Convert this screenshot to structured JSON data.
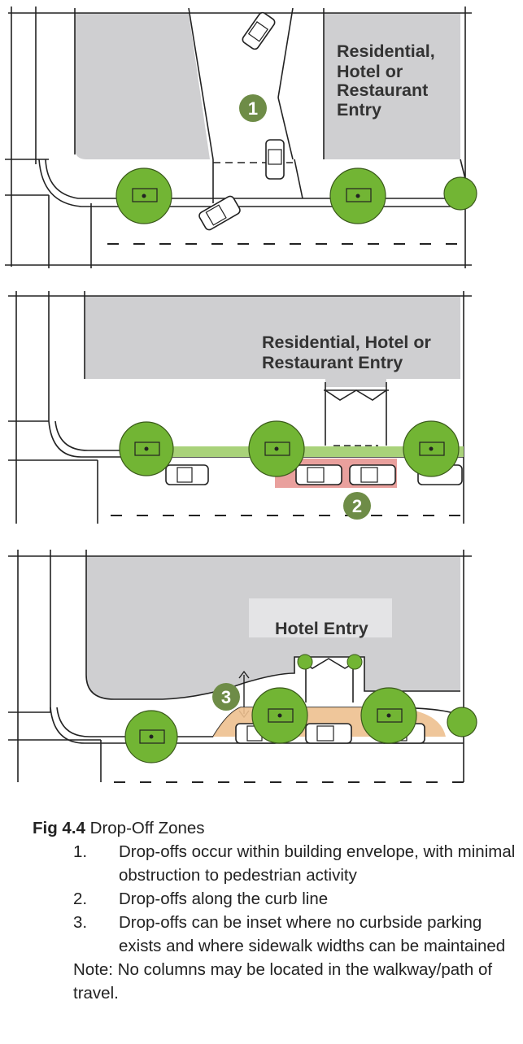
{
  "panels": [
    {
      "label_lines": [
        "Residential,",
        "Hotel or",
        "Restaurant",
        "Entry"
      ],
      "badge": "1"
    },
    {
      "label_lines": [
        "Residential, Hotel or",
        "Restaurant Entry"
      ],
      "badge": "2"
    },
    {
      "label_lines": [
        "Hotel Entry"
      ],
      "badge": "3"
    }
  ],
  "colors": {
    "building": "#cfcfd1",
    "badge": "#6e8c47",
    "tree": "#72b534",
    "green_strip": "#a9d27a",
    "curb_pink": "#e58f8c",
    "inset_tan": "#edc08f"
  },
  "caption": {
    "fig_label": "Fig 4.4",
    "title": "Drop-Off Zones",
    "items": [
      {
        "num": "1.",
        "text": "Drop-offs occur within building envelope, with minimal obstruction to pedestrian activity"
      },
      {
        "num": "2.",
        "text": "Drop-offs along the curb line"
      },
      {
        "num": "3.",
        "text": "Drop-offs can be inset where no curbside parking exists and where sidewalk widths can be maintained"
      }
    ],
    "note": "Note: No columns may be located in the walkway/path of travel."
  }
}
